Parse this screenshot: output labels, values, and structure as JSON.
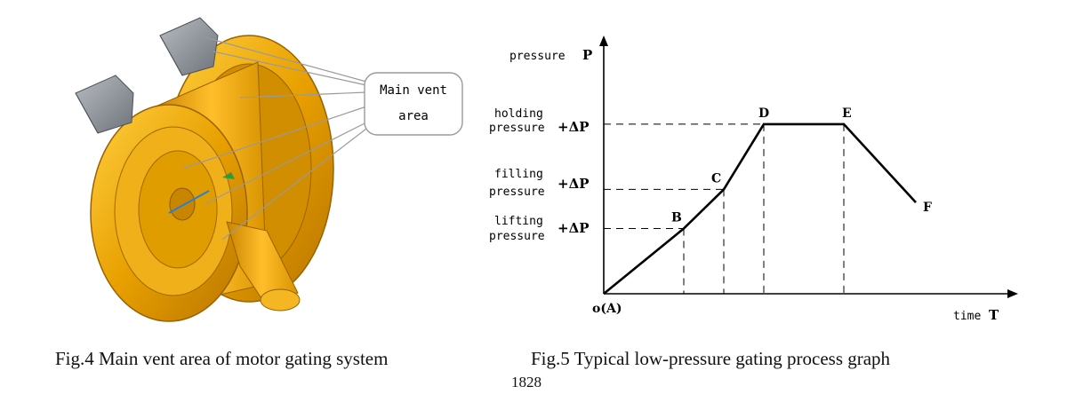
{
  "figure4": {
    "callout_line1": "Main vent",
    "callout_line2": "area",
    "caption": "Fig.4 Main vent area of motor gating system",
    "colors": {
      "casting": "#e8a000",
      "casting_dark": "#a86a00",
      "vent": "#8a8f96"
    }
  },
  "figure5": {
    "caption": "Fig.5 Typical low-pressure gating process graph",
    "y_axis_label": "pressure",
    "y_axis_symbol": "P",
    "x_axis_label": "time",
    "x_axis_symbol": "T",
    "origin_label": "o(A)",
    "levels": [
      {
        "line1": "holding",
        "line2": "pressure",
        "delta": "+ΔP"
      },
      {
        "line1": "filling",
        "line2": "pressure",
        "delta": "+ΔP"
      },
      {
        "line1": "lifting",
        "line2": "pressure",
        "delta": "+ΔP"
      }
    ]
  },
  "page_number": "1828",
  "chart_data": {
    "type": "line",
    "xlabel": "time T",
    "ylabel": "pressure P",
    "points": [
      {
        "label": "o(A)",
        "x": 0,
        "y": 0
      },
      {
        "label": "B",
        "x": 2,
        "y": 1
      },
      {
        "label": "C",
        "x": 3,
        "y": 1.6
      },
      {
        "label": "D",
        "x": 4,
        "y": 2.6
      },
      {
        "label": "E",
        "x": 6,
        "y": 2.6
      },
      {
        "label": "F",
        "x": 7.8,
        "y": 1.4
      }
    ],
    "xlim": [
      0,
      10
    ],
    "ylim": [
      0,
      4.2
    ],
    "grid": false
  }
}
